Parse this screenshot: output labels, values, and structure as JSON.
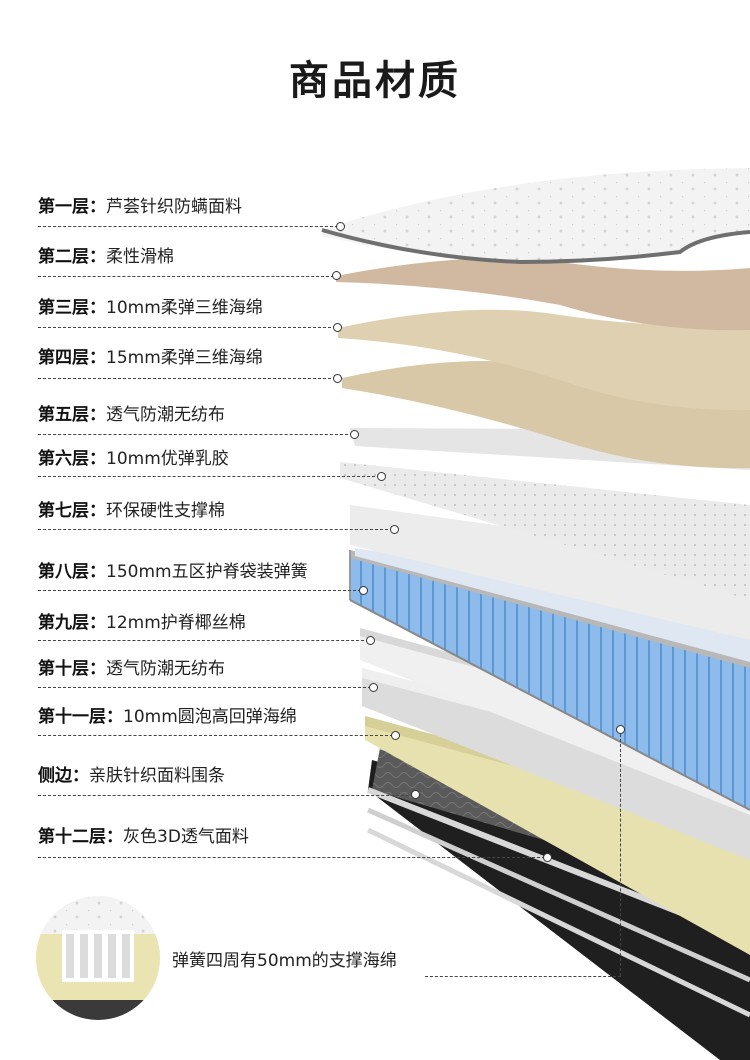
{
  "title": "商品材质",
  "layers": [
    {
      "key": "第一层：",
      "value": "芦荟针织防螨面料"
    },
    {
      "key": "第二层：",
      "value": "柔性滑棉"
    },
    {
      "key": "第三层：",
      "value": "10mm柔弹三维海绵"
    },
    {
      "key": "第四层：",
      "value": "15mm柔弹三维海绵"
    },
    {
      "key": "第五层：",
      "value": "透气防潮无纺布"
    },
    {
      "key": "第六层：",
      "value": "10mm优弹乳胶"
    },
    {
      "key": "第七层：",
      "value": "环保硬性支撑棉"
    },
    {
      "key": "第八层：",
      "value": "150mm五区护脊袋装弹簧"
    },
    {
      "key": "第九层：",
      "value": "12mm护脊椰丝棉"
    },
    {
      "key": "第十层：",
      "value": "透气防潮无纺布"
    },
    {
      "key": "第十一层：",
      "value": "10mm圆泡高回弹海绵"
    },
    {
      "key": "侧边：",
      "value": "亲肤针织面料围条"
    },
    {
      "key": "第十二层：",
      "value": "灰色3D透气面料"
    }
  ],
  "spring_note": "弹簧四周有50mm的支撑海绵",
  "colors": {
    "knit_top": "#efefef",
    "beige": "#d6c5ad",
    "tan": "#ddd0b4",
    "gray_sheet": "#e2e2e2",
    "spring_blue": "#7fb1e6",
    "yellow_foam": "#e8e3b4",
    "dark_bottom": "#2e2e2e"
  }
}
